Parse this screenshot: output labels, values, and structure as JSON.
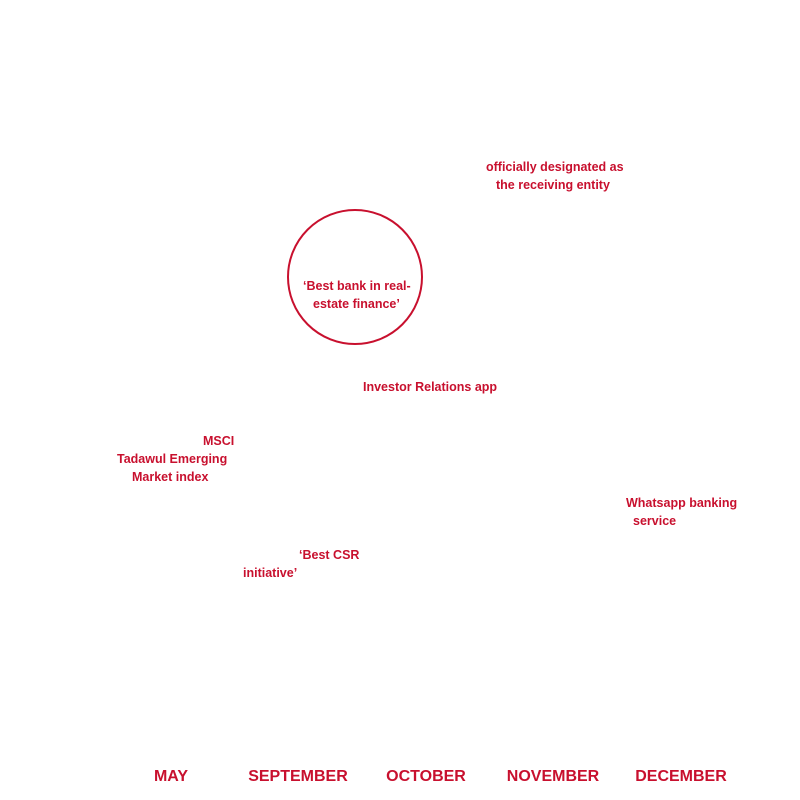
{
  "colors": {
    "accent": "#c8102e",
    "background": "#ffffff"
  },
  "events": {
    "designated": {
      "line1": "officially designated as",
      "line2": "the receiving entity"
    },
    "best_bank": {
      "line1": "‘Best bank in real-",
      "line2": "estate finance’"
    },
    "ir_app": {
      "line1": "Investor Relations app"
    },
    "msci": {
      "line1": "MSCI",
      "line2": "Tadawul Emerging",
      "line3": "Market index"
    },
    "whatsapp": {
      "line1": "Whatsapp banking",
      "line2": "service"
    },
    "csr": {
      "line1": "‘Best CSR",
      "line2": "initiative’"
    }
  },
  "months": [
    "MAY",
    "SEPTEMBER",
    "OCTOBER",
    "NOVEMBER",
    "DECEMBER"
  ]
}
